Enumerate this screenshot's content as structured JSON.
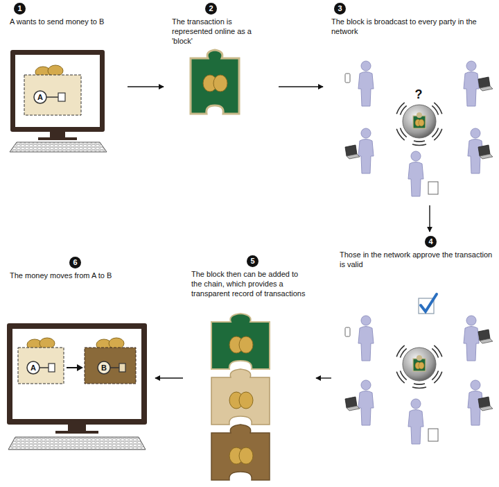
{
  "diagram": {
    "nodes": [
      {
        "text": [
          "1",
          "A wants to send money to B"
        ]
      },
      {
        "text": [
          "2",
          "The transaction is represented online as a 'block'"
        ]
      },
      {
        "text": [
          "3",
          "The block is broadcast to every party in the network"
        ]
      },
      {
        "text": [
          "4",
          "Those in the network approve the transaction is valid"
        ]
      },
      {
        "text": [
          "5",
          "The block then can be added to the chain, which provides a transparent record of transactions"
        ]
      },
      {
        "text": [
          "6",
          "The money moves from A to B"
        ]
      }
    ],
    "edges": [
      {
        "from": 0,
        "to": 1,
        "arrow": "to"
      },
      {
        "from": 1,
        "to": 2,
        "arrow": "to"
      },
      {
        "from": 2,
        "to": 3,
        "arrow": "to"
      },
      {
        "from": 3,
        "to": 4,
        "arrow": "to"
      },
      {
        "from": 4,
        "to": 5,
        "arrow": "to"
      }
    ],
    "labels": [
      "A",
      "?",
      "A",
      "B"
    ]
  }
}
